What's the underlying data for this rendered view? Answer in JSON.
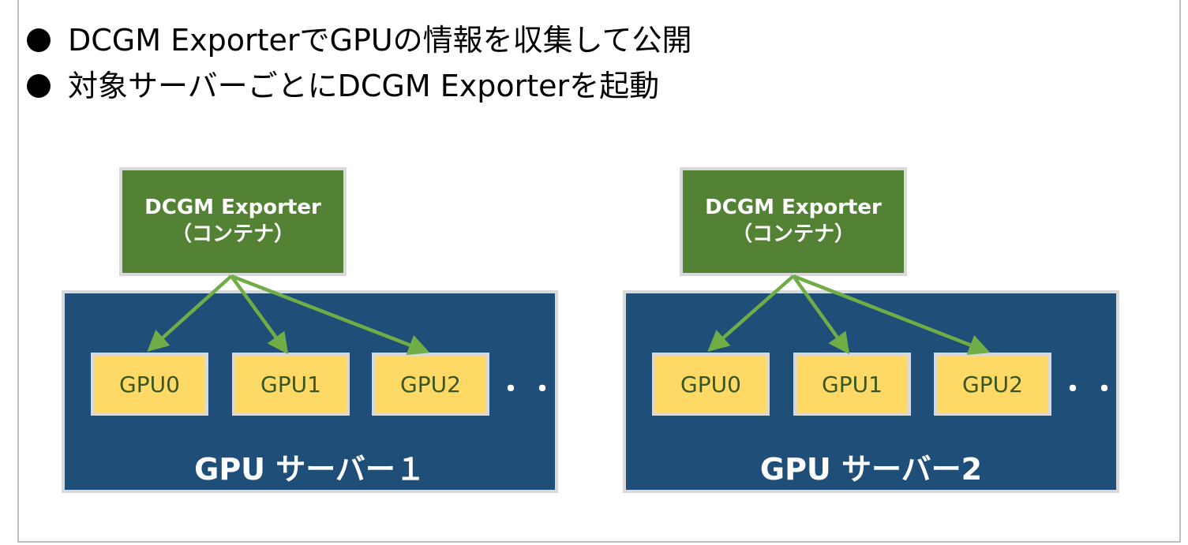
{
  "bullets": [
    "DCGM ExporterでGPUの情報を収集して公開",
    "対象サーバーごとにDCGM Exporterを起動"
  ],
  "servers": [
    {
      "exporter_line1": "DCGM Exporter",
      "exporter_line2": "（コンテナ）",
      "gpus": [
        "GPU0",
        "GPU1",
        "GPU2"
      ],
      "ellipsis": "・・・",
      "label": "GPU サーバー１"
    },
    {
      "exporter_line1": "DCGM Exporter",
      "exporter_line2": "（コンテナ）",
      "gpus": [
        "GPU0",
        "GPU1",
        "GPU2"
      ],
      "ellipsis": "・・・",
      "label": "GPU サーバー2"
    }
  ],
  "colors": {
    "exporter": "#548235",
    "server": "#1f4e79",
    "gpu": "#ffd966",
    "arrow": "#70ad47"
  }
}
